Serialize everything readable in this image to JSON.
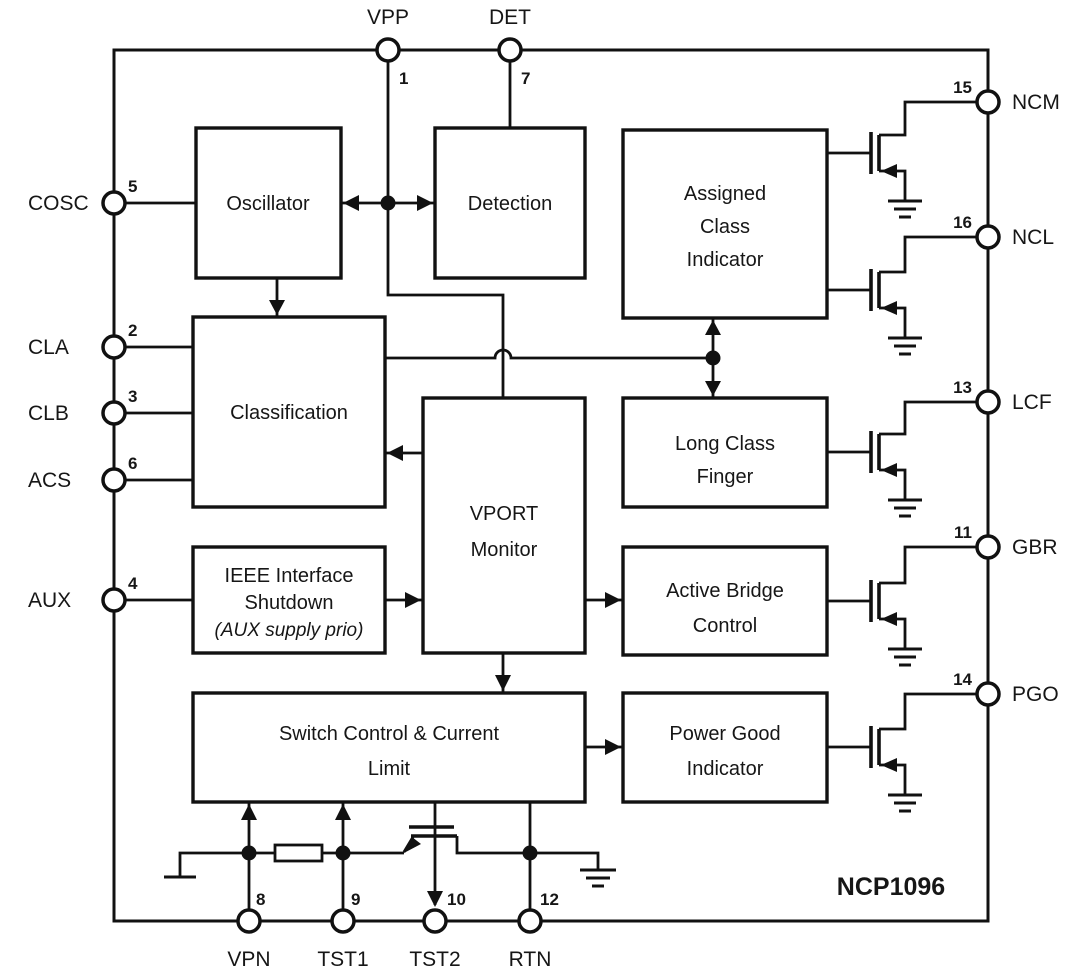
{
  "chip": {
    "part_number": "NCP1096"
  },
  "pins": {
    "top": [
      {
        "name": "VPP",
        "number": "1"
      },
      {
        "name": "DET",
        "number": "7"
      }
    ],
    "left": [
      {
        "name": "COSC",
        "number": "5"
      },
      {
        "name": "CLA",
        "number": "2"
      },
      {
        "name": "CLB",
        "number": "3"
      },
      {
        "name": "ACS",
        "number": "6"
      },
      {
        "name": "AUX",
        "number": "4"
      }
    ],
    "right": [
      {
        "name": "NCM",
        "number": "15"
      },
      {
        "name": "NCL",
        "number": "16"
      },
      {
        "name": "LCF",
        "number": "13"
      },
      {
        "name": "GBR",
        "number": "11"
      },
      {
        "name": "PGO",
        "number": "14"
      }
    ],
    "bottom": [
      {
        "name": "VPN",
        "number": "8"
      },
      {
        "name": "TST1",
        "number": "9"
      },
      {
        "name": "TST2",
        "number": "10"
      },
      {
        "name": "RTN",
        "number": "12"
      }
    ]
  },
  "blocks": {
    "oscillator": {
      "label": "Oscillator"
    },
    "detection": {
      "label": "Detection"
    },
    "assigned_class_indicator": {
      "lines": [
        "Assigned",
        "Class",
        "Indicator"
      ]
    },
    "classification": {
      "label": "Classification"
    },
    "vport_monitor": {
      "lines": [
        "VPORT",
        "Monitor"
      ]
    },
    "long_class_finger": {
      "lines": [
        "Long Class",
        "Finger"
      ]
    },
    "ieee_interface_shutdown": {
      "lines": [
        "IEEE Interface",
        "Shutdown",
        "(AUX supply prio)"
      ]
    },
    "active_bridge_control": {
      "lines": [
        "Active Bridge",
        "Control"
      ]
    },
    "switch_control_current_limit": {
      "lines": [
        "Switch Control & Current",
        "Limit"
      ]
    },
    "power_good_indicator": {
      "lines": [
        "Power Good",
        "Indicator"
      ]
    }
  },
  "colors": {
    "line": "#111111",
    "text": "#161616",
    "background": "#ffffff"
  }
}
